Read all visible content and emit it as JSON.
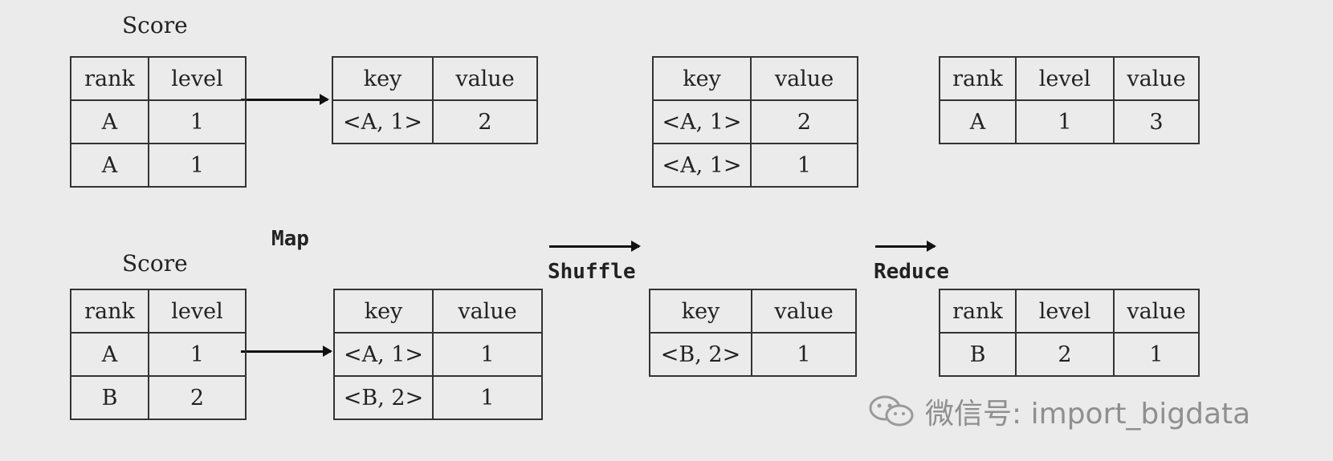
{
  "labels": {
    "score": "Score",
    "map": "Map",
    "shuffle": "Shuffle",
    "reduce": "Reduce"
  },
  "top": {
    "input": {
      "header": [
        "rank",
        "level"
      ],
      "rows": [
        [
          "A",
          "1"
        ],
        [
          "A",
          "1"
        ]
      ]
    },
    "map_out": {
      "header": [
        "key",
        "value"
      ],
      "rows": [
        [
          "<A, 1>",
          "2"
        ]
      ]
    },
    "shuffle_out": {
      "header": [
        "key",
        "value"
      ],
      "rows": [
        [
          "<A, 1>",
          "2"
        ],
        [
          "<A, 1>",
          "1"
        ]
      ]
    },
    "reduce_out": {
      "header": [
        "rank",
        "level",
        "value"
      ],
      "rows": [
        [
          "A",
          "1",
          "3"
        ]
      ]
    }
  },
  "bottom": {
    "input": {
      "header": [
        "rank",
        "level"
      ],
      "rows": [
        [
          "A",
          "1"
        ],
        [
          "B",
          "2"
        ]
      ]
    },
    "map_out": {
      "header": [
        "key",
        "value"
      ],
      "rows": [
        [
          "<A, 1>",
          "1"
        ],
        [
          "<B, 2>",
          "1"
        ]
      ]
    },
    "shuffle_out": {
      "header": [
        "key",
        "value"
      ],
      "rows": [
        [
          "<B, 2>",
          "1"
        ]
      ]
    },
    "reduce_out": {
      "header": [
        "rank",
        "level",
        "value"
      ],
      "rows": [
        [
          "B",
          "2",
          "1"
        ]
      ]
    }
  },
  "watermark": {
    "text": "微信号: import_bigdata",
    "icon": "wechat-icon"
  }
}
